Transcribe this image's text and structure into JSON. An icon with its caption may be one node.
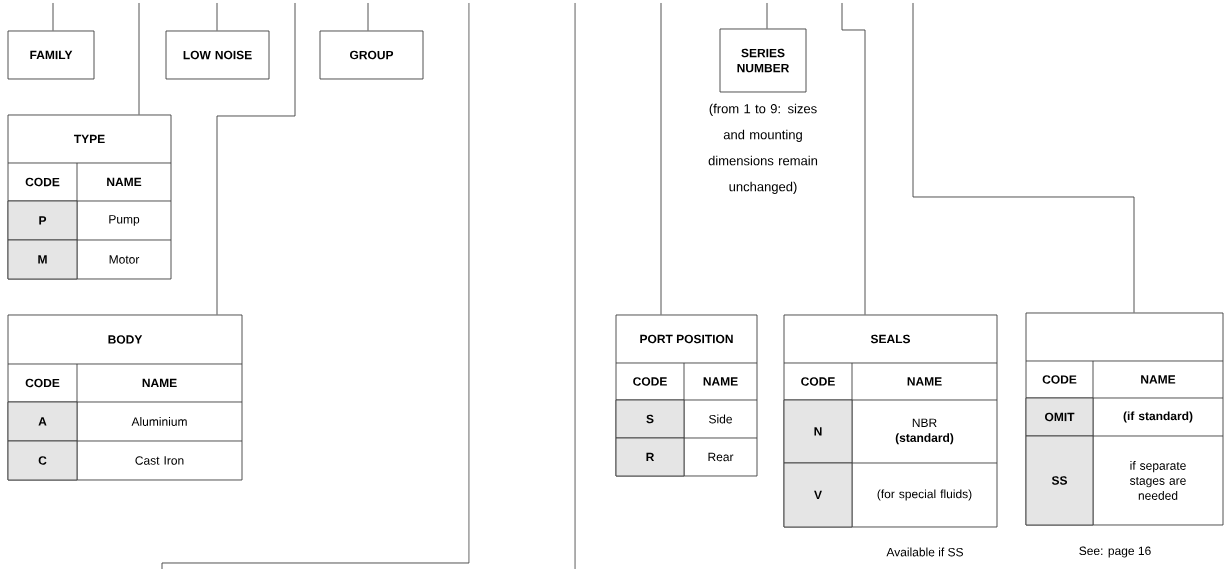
{
  "diagram": {
    "nodes": [
      {
        "text": [
          "FAMILY"
        ]
      },
      {
        "text": [
          "LOW NOISE"
        ]
      },
      {
        "text": [
          "GROUP"
        ]
      },
      {
        "text": [
          "TYPE",
          "CODE",
          "NAME",
          "P",
          "Pump",
          "M",
          "Motor"
        ]
      },
      {
        "text": [
          "BODY",
          "CODE",
          "NAME",
          "A",
          "Aluminium",
          "C",
          "Cast Iron"
        ]
      },
      {
        "text": [
          "SERIES NUMBER"
        ],
        "beside": [
          "(from 1 to 9: sizes and mounting dimensions remain unchanged)"
        ]
      },
      {
        "text": [
          "PORT POSITION",
          "CODE",
          "NAME",
          "S",
          "Side",
          "R",
          "Rear"
        ]
      },
      {
        "text": [
          "SEALS",
          "CODE",
          "NAME",
          "N",
          "NBR **(standard)**",
          "V",
          "(for special fluids)"
        ]
      },
      {
        "text": [
          "CODE",
          "NAME",
          "OMIT",
          "(if standard)",
          "SS",
          "if separate stages are needed"
        ]
      }
    ],
    "edges": [
      {
        "from": null,
        "to": 0,
        "arrow": "none"
      },
      {
        "from": null,
        "to": 3,
        "arrow": "none"
      },
      {
        "from": null,
        "to": 1,
        "arrow": "none"
      },
      {
        "from": null,
        "to": 4,
        "arrow": "none"
      },
      {
        "from": null,
        "to": 2,
        "arrow": "none"
      },
      {
        "from": null,
        "to": 6,
        "arrow": "none"
      },
      {
        "from": null,
        "to": 5,
        "arrow": "none"
      },
      {
        "from": null,
        "to": 7,
        "arrow": "none"
      },
      {
        "from": null,
        "to": 8,
        "arrow": "none"
      }
    ],
    "labels": [
      "Available if SS",
      "See: page 16"
    ]
  }
}
